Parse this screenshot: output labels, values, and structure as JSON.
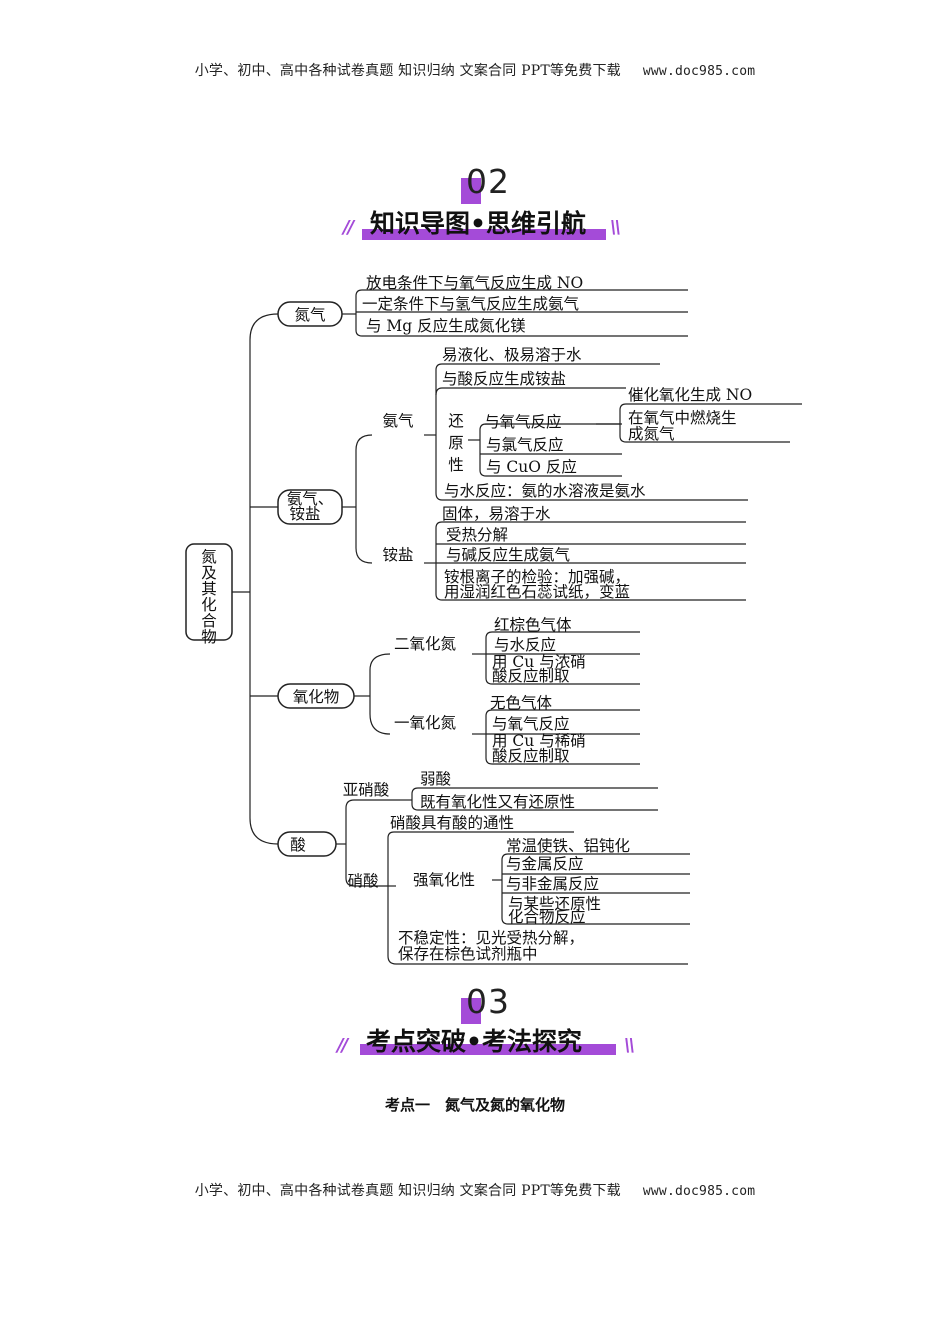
{
  "header": {
    "text": "小学、初中、高中各种试卷真题 知识归纳 文案合同 PPT等免费下载",
    "url": "www.doc985.com"
  },
  "footer": {
    "text": "小学、初中、高中各种试卷真题 知识归纳 文案合同 PPT等免费下载",
    "url": "www.doc985.com"
  },
  "section2": {
    "number": "02",
    "title": "知识导图•思维引航"
  },
  "section3": {
    "number": "03",
    "title": "考点突破•考法探究"
  },
  "subtitle": "考点一　氮气及氮的氧化物",
  "accent_color": "#a44bd8",
  "mindmap": {
    "root": "氮及其化合物",
    "n2": {
      "label": "氮气",
      "items": [
        "放电条件下与氧气反应生成 NO",
        "一定条件下与氢气反应生成氨气",
        "与 Mg 反应生成氮化镁"
      ]
    },
    "nh3group": {
      "label_line1": "氨气、",
      "label_line2": "铵盐",
      "nh3": {
        "label": "氨气",
        "items": [
          "易液化、极易溶于水",
          "与酸反应生成铵盐",
          "与水反应：氨的水溶液是氨水"
        ],
        "reduce_label": [
          "还",
          "原",
          "性"
        ],
        "reduce_items": [
          "与氧气反应",
          "与氯气反应",
          "与 CuO 反应"
        ],
        "o2_items": [
          "催化氧化生成 NO",
          "在氧气中燃烧生",
          "成氮气"
        ]
      },
      "salt": {
        "label": "铵盐",
        "items": [
          "固体，易溶于水",
          "受热分解",
          "与碱反应生成氨气",
          "铵根离子的检验：加强碱，",
          "用湿润红色石蕊试纸，变蓝"
        ]
      }
    },
    "oxides": {
      "label": "氧化物",
      "no2": {
        "label": "二氧化氮",
        "items": [
          "红棕色气体",
          "与水反应",
          "用 Cu 与浓硝",
          "酸反应制取"
        ]
      },
      "no": {
        "label": "一氧化氮",
        "items": [
          "无色气体",
          "与氧气反应",
          "用 Cu 与稀硝",
          "酸反应制取"
        ]
      }
    },
    "acids": {
      "label": "酸",
      "hno2": {
        "label": "亚硝酸",
        "items": [
          "弱酸",
          "既有氧化性又有还原性"
        ]
      },
      "hno3": {
        "label": "硝酸",
        "general": "硝酸具有酸的通性",
        "strong_label": "强氧化性",
        "strong_items": [
          "常温使铁、铝钝化",
          "与金属反应",
          "与非金属反应",
          "与某些还原性",
          "化合物反应"
        ],
        "unstable": [
          "不稳定性：见光受热分解，",
          "保存在棕色试剂瓶中"
        ]
      }
    }
  }
}
